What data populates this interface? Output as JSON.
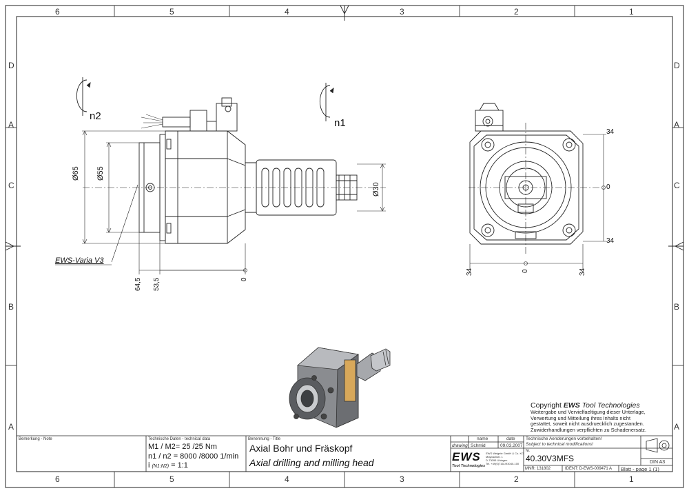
{
  "zones": {
    "columns": [
      "6",
      "5",
      "4",
      "3",
      "2",
      "1"
    ],
    "rows": [
      "D",
      "A",
      "C",
      "B",
      "A"
    ]
  },
  "annotations": {
    "n2": "n2",
    "n1": "n1",
    "d65": "Ø65",
    "d55": "Ø55",
    "d30": "Ø30",
    "variant_label": "EWS-Varia V3",
    "dim_64_5": "64,5",
    "dim_53_5": "53,5",
    "zero_side": "0",
    "front_34_top": "34",
    "front_0_right": "0",
    "front_34_bottom": "34",
    "front_34_left": "34",
    "front_0_bottom": "0",
    "front_34_right_bottom": "34"
  },
  "copyright": {
    "title_prefix": "Copyright",
    "title_brand": "EWS",
    "title_suffix": "Tool Technologies",
    "lines": [
      "Weitergabe und Vervielfaeltigung dieser Unterlage,",
      "Verwertung und Mitteilung ihres Inhalts nicht",
      "gestattet, soweit nicht ausdruecklich zugestanden.",
      "Zuwiderhandlungen verpflichten zu Schadenersatz."
    ]
  },
  "title_block": {
    "remark_label": "Bemerkung - Note",
    "tech_label": "Technische Daten - technical data",
    "torque": "M1 / M2= 25  /25  Nm",
    "speed": "n1 / n2 = 8000 /8000  1/min",
    "ratio_prefix": "i",
    "ratio_sub": "(N1:N2)",
    "ratio_value": "= 1:1",
    "title_label": "Benennung - Title",
    "title_de": "Axial Bohr und Fräskopf",
    "title_en": "Axial drilling and milling head",
    "col_name": "name",
    "col_date": "date",
    "row_drawing": "drawing",
    "drawn_by": "Schmid",
    "drawn_date": "09.03.2007",
    "logo": "EWS",
    "logo_sub": "Tool Technologies",
    "company_lines": [
      "EWS Weigele GmbH & Co. KG",
      "Maybachstr. 1",
      "D-73095 Uhingen",
      "Tel. +49(0)7161/93040-100"
    ],
    "change_de": "Technische Aenderungen vorbehalten!",
    "change_en": "Subject to technical modifications!",
    "nr_label": "Nr.",
    "part_number": "40.30V3MFS",
    "din": "DIN A3",
    "mnr": "MNR: 131802",
    "ident": "IDENT: D-EWS-009471 A",
    "sheet": "Blatt - page  1 (1)"
  }
}
